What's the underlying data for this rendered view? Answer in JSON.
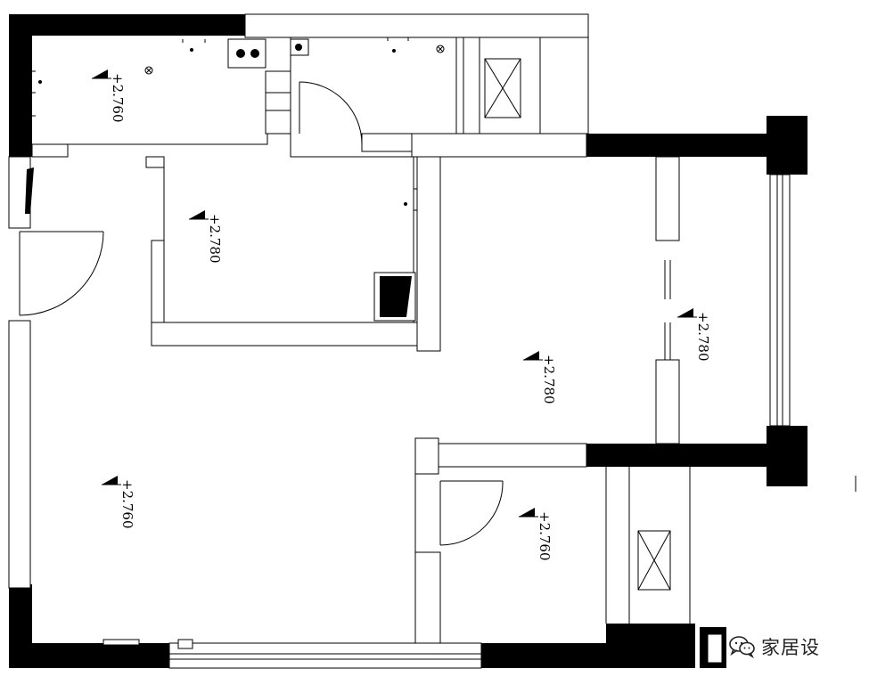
{
  "levels": {
    "kitchen": "+2.760",
    "bathroom": "+2.780",
    "living_room": "+2.780",
    "balcony": "+2.780",
    "dining_room": "+2.760",
    "bedroom": "+2.760"
  },
  "watermark": {
    "text": "家居设",
    "icon": "wechat-icon"
  },
  "colors": {
    "wall": "#000000",
    "background": "#ffffff"
  }
}
